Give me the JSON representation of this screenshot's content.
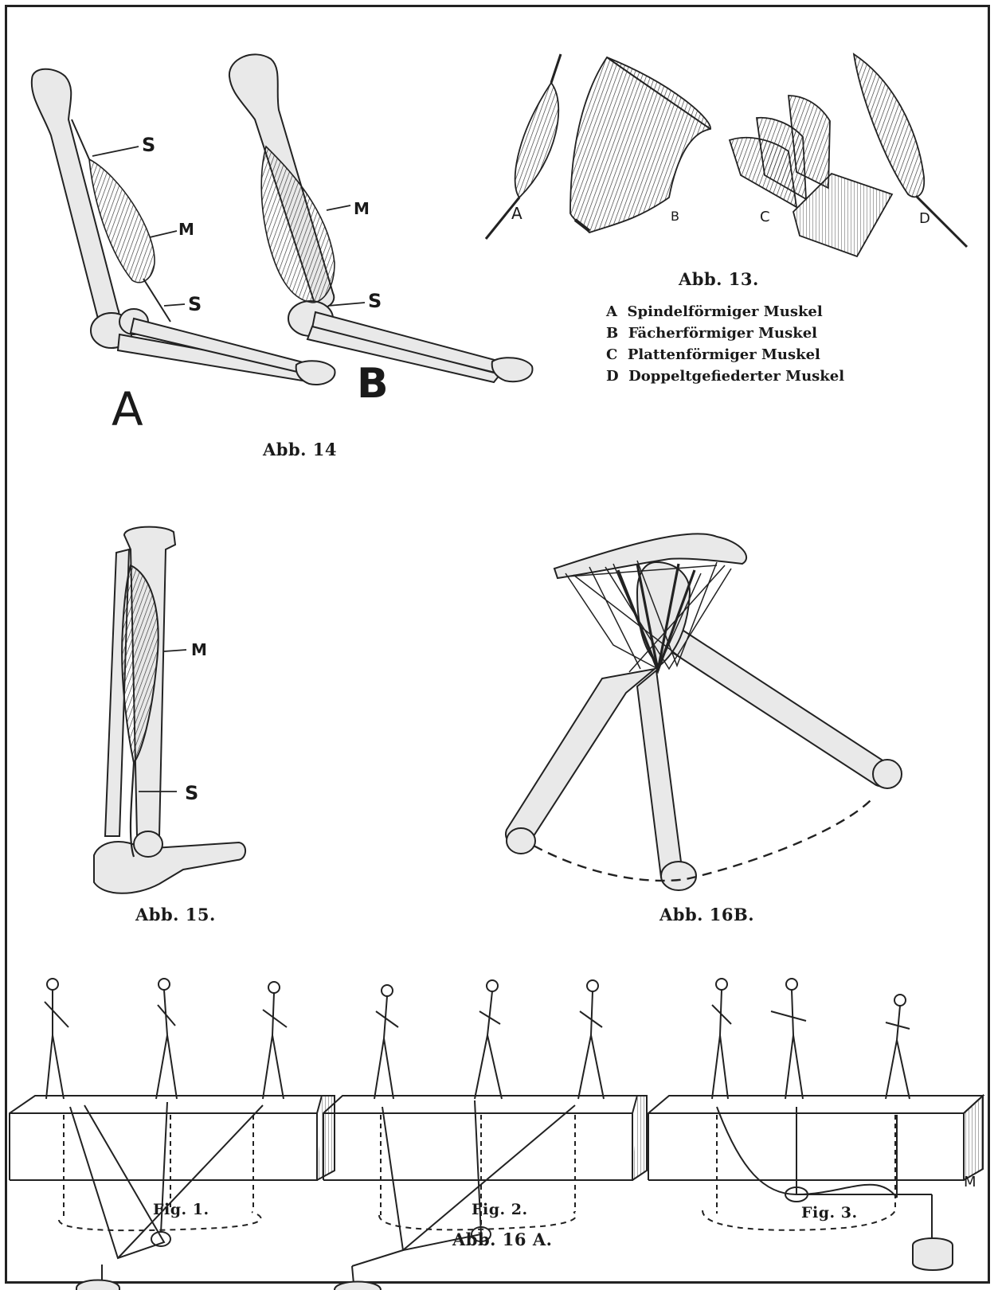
{
  "abb13": {
    "caption": "Abb. 13.",
    "parts": [
      {
        "letter": "A",
        "label": "A",
        "text": "Spindelförmiger Muskel"
      },
      {
        "letter": "B",
        "label": "B",
        "text": "Fächerförmiger Muskel"
      },
      {
        "letter": "C",
        "label": "C",
        "text": "Plattenförmiger Muskel"
      },
      {
        "letter": "D",
        "label": "D",
        "text": "Doppeltgefiederter Muskel"
      }
    ]
  },
  "abb14": {
    "caption": "Abb. 14",
    "arm_a": {
      "letter": "A",
      "s_upper": "S",
      "m": "M",
      "s_lower": "S"
    },
    "arm_b": {
      "letter": "B",
      "m": "M",
      "s": "S"
    }
  },
  "abb15": {
    "caption": "Abb. 15.",
    "m": "M",
    "s": "S"
  },
  "abb16b": {
    "caption": "Abb. 16B."
  },
  "abb16a": {
    "caption": "Abb. 16 A.",
    "figs": [
      {
        "caption": "Fig. 1."
      },
      {
        "caption": "Fig. 2."
      },
      {
        "caption": "Fig. 3."
      }
    ],
    "signature": "M"
  }
}
